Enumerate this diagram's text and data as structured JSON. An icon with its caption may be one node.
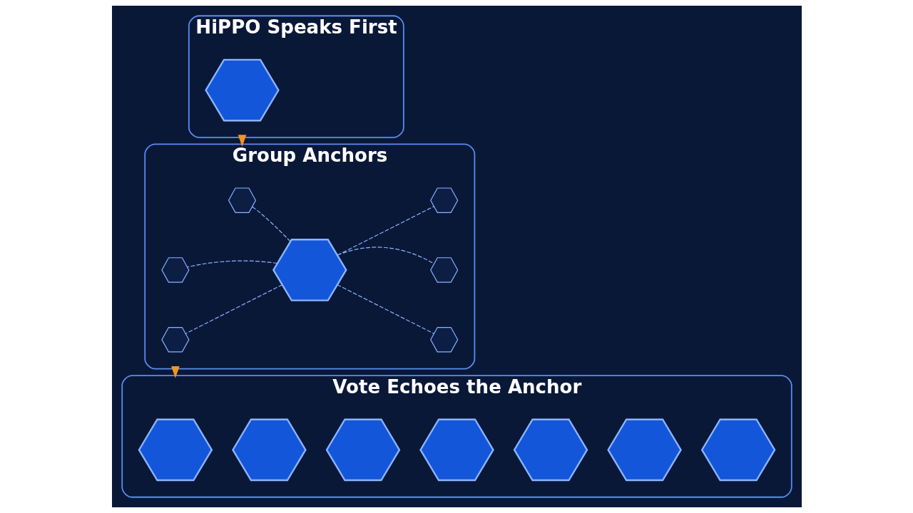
{
  "diagram": {
    "nodes": [
      {
        "text": [
          "HiPPO Speaks First"
        ]
      },
      {
        "text": [],
        "shape": "hexagon",
        "in": 0
      },
      {
        "text": [
          "Group Anchors"
        ]
      },
      {
        "text": [],
        "shape": "hexagon",
        "in": 2
      },
      {
        "text": [],
        "shape": "hexagon",
        "in": 2
      },
      {
        "text": [],
        "shape": "hexagon",
        "in": 2
      },
      {
        "text": [],
        "shape": "hexagon",
        "in": 2
      },
      {
        "text": [],
        "shape": "hexagon",
        "in": 2
      },
      {
        "text": [],
        "shape": "hexagon",
        "in": 2
      },
      {
        "text": [],
        "shape": "hexagon",
        "in": 2
      },
      {
        "text": [
          "Vote Echoes the Anchor"
        ]
      },
      {
        "text": [],
        "shape": "hexagon",
        "in": 10
      },
      {
        "text": [],
        "shape": "hexagon",
        "in": 10
      },
      {
        "text": [],
        "shape": "hexagon",
        "in": 10
      },
      {
        "text": [],
        "shape": "hexagon",
        "in": 10
      },
      {
        "text": [],
        "shape": "hexagon",
        "in": 10
      },
      {
        "text": [],
        "shape": "hexagon",
        "in": 10
      },
      {
        "text": [],
        "shape": "hexagon",
        "in": 10
      }
    ],
    "edges": [
      {
        "from": 0,
        "to": 2,
        "arrow": "to",
        "color": "#f7931e"
      },
      {
        "from": 6,
        "to": 3,
        "arrow": "none",
        "style": "dashed"
      },
      {
        "from": 6,
        "to": 4,
        "arrow": "none",
        "style": "dashed"
      },
      {
        "from": 6,
        "to": 5,
        "arrow": "none",
        "style": "dashed"
      },
      {
        "from": 6,
        "to": 7,
        "arrow": "none",
        "style": "dashed"
      },
      {
        "from": 6,
        "to": 8,
        "arrow": "none",
        "style": "dashed"
      },
      {
        "from": 6,
        "to": 9,
        "arrow": "none",
        "style": "dashed"
      },
      {
        "from": 2,
        "to": 10,
        "arrow": "to",
        "color": "#f7931e"
      }
    ]
  }
}
